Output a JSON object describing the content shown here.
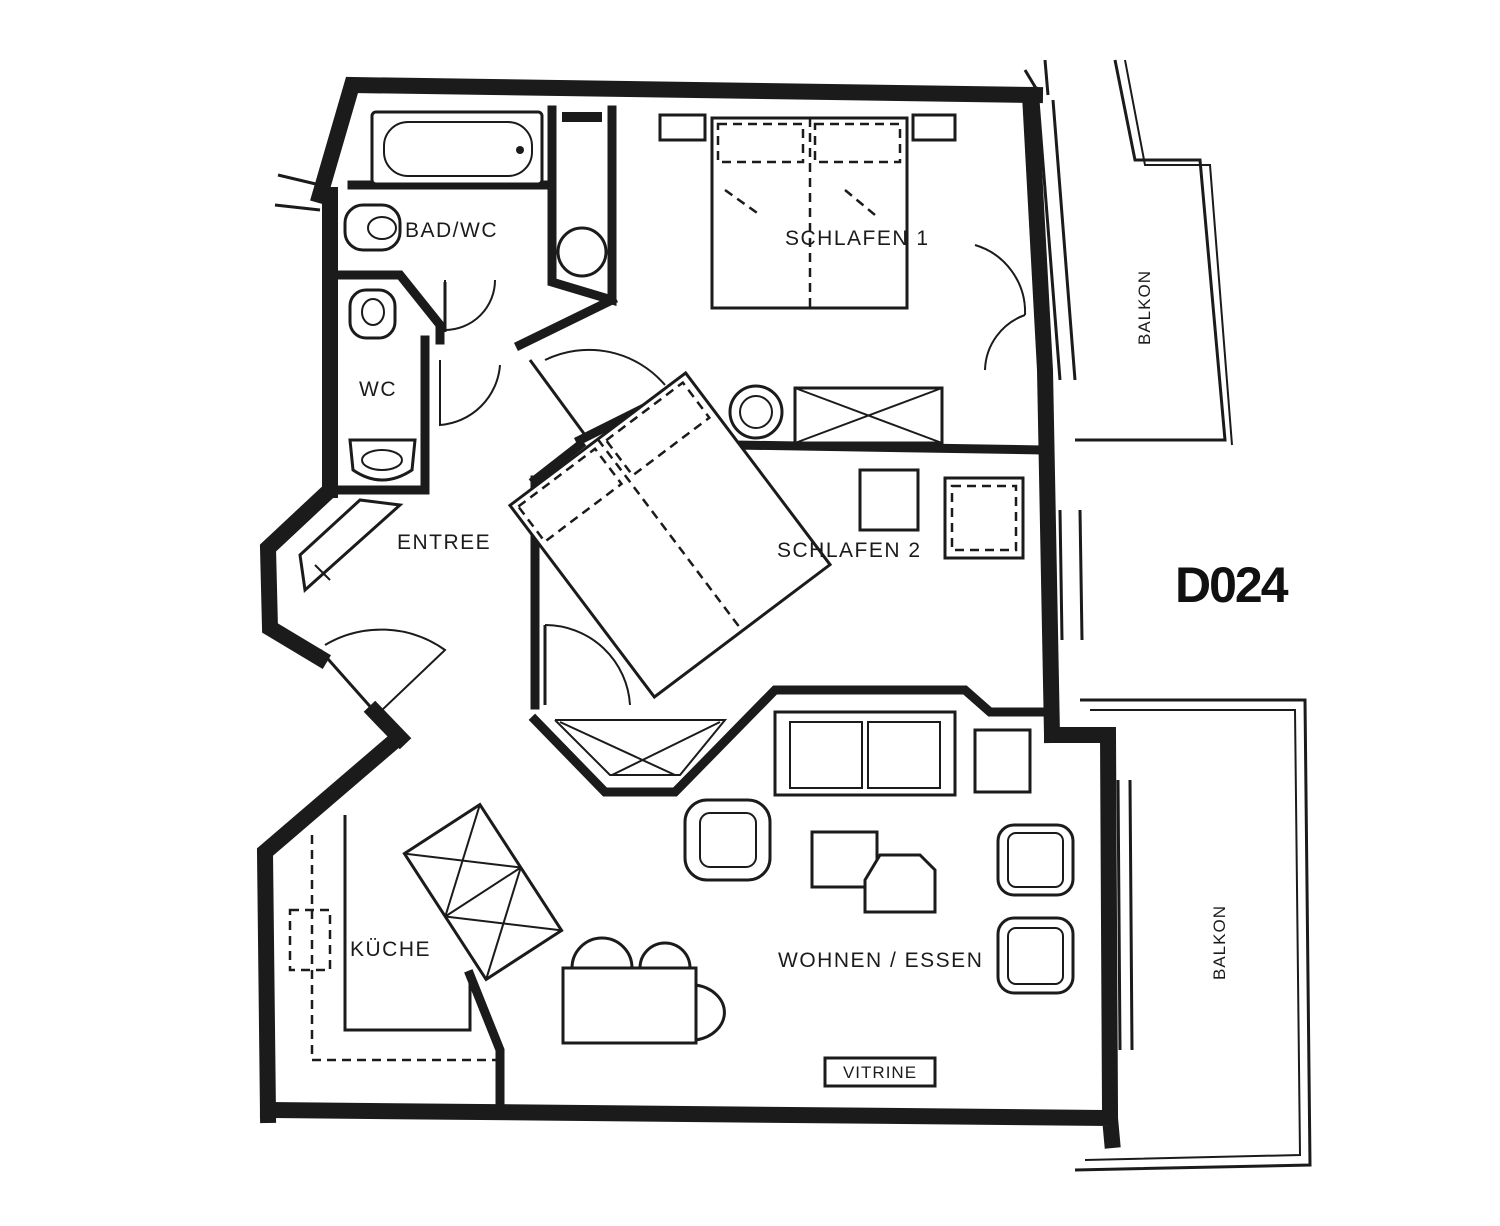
{
  "plan": {
    "code": "D024",
    "rooms": {
      "bad_wc": "BAD/WC",
      "wc": "WC",
      "schlafen_1": "SCHLAFEN 1",
      "schlafen_2": "SCHLAFEN 2",
      "entree": "ENTREE",
      "kueche": "KÜCHE",
      "wohnen_essen": "WOHNEN / ESSEN",
      "balkon_top": "BALKON",
      "balkon_bottom": "BALKON"
    },
    "furniture_labels": {
      "vitrine": "VITRINE"
    }
  }
}
